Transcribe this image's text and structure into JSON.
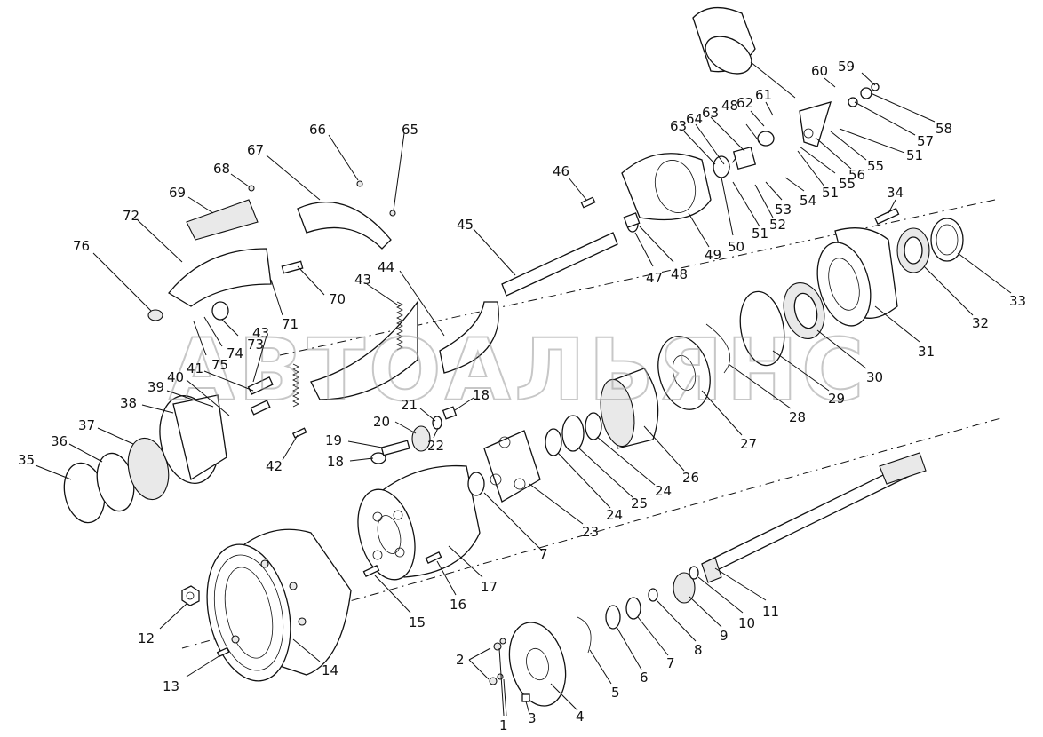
{
  "watermark": "АВТОАЛЬЯНС",
  "callouts": [
    {
      "id": "c1",
      "text": "1"
    },
    {
      "id": "c1b",
      "text": "1"
    },
    {
      "id": "c2",
      "text": "2"
    },
    {
      "id": "c3",
      "text": "3"
    },
    {
      "id": "c4",
      "text": "4"
    },
    {
      "id": "c5",
      "text": "5"
    },
    {
      "id": "c6",
      "text": "6"
    },
    {
      "id": "c7a",
      "text": "7"
    },
    {
      "id": "c7b",
      "text": "7"
    },
    {
      "id": "c8",
      "text": "8"
    },
    {
      "id": "c9",
      "text": "9"
    },
    {
      "id": "c10",
      "text": "10"
    },
    {
      "id": "c11",
      "text": "11"
    },
    {
      "id": "c12",
      "text": "12"
    },
    {
      "id": "c13",
      "text": "13"
    },
    {
      "id": "c14",
      "text": "14"
    },
    {
      "id": "c15",
      "text": "15"
    },
    {
      "id": "c16",
      "text": "16"
    },
    {
      "id": "c17",
      "text": "17"
    },
    {
      "id": "c18a",
      "text": "18"
    },
    {
      "id": "c18b",
      "text": "18"
    },
    {
      "id": "c19",
      "text": "19"
    },
    {
      "id": "c20",
      "text": "20"
    },
    {
      "id": "c21",
      "text": "21"
    },
    {
      "id": "c22",
      "text": "22"
    },
    {
      "id": "c23",
      "text": "23"
    },
    {
      "id": "c24a",
      "text": "24"
    },
    {
      "id": "c24b",
      "text": "24"
    },
    {
      "id": "c25",
      "text": "25"
    },
    {
      "id": "c26",
      "text": "26"
    },
    {
      "id": "c27",
      "text": "27"
    },
    {
      "id": "c28",
      "text": "28"
    },
    {
      "id": "c29",
      "text": "29"
    },
    {
      "id": "c30",
      "text": "30"
    },
    {
      "id": "c31",
      "text": "31"
    },
    {
      "id": "c32",
      "text": "32"
    },
    {
      "id": "c33",
      "text": "33"
    },
    {
      "id": "c34",
      "text": "34"
    },
    {
      "id": "c35",
      "text": "35"
    },
    {
      "id": "c36",
      "text": "36"
    },
    {
      "id": "c37",
      "text": "37"
    },
    {
      "id": "c38",
      "text": "38"
    },
    {
      "id": "c39",
      "text": "39"
    },
    {
      "id": "c40",
      "text": "40"
    },
    {
      "id": "c41",
      "text": "41"
    },
    {
      "id": "c42",
      "text": "42"
    },
    {
      "id": "c43a",
      "text": "43"
    },
    {
      "id": "c43b",
      "text": "43"
    },
    {
      "id": "c44",
      "text": "44"
    },
    {
      "id": "c45",
      "text": "45"
    },
    {
      "id": "c46",
      "text": "46"
    },
    {
      "id": "c47",
      "text": "47"
    },
    {
      "id": "c48a",
      "text": "48"
    },
    {
      "id": "c48b",
      "text": "48"
    },
    {
      "id": "c49",
      "text": "49"
    },
    {
      "id": "c50",
      "text": "50"
    },
    {
      "id": "c51a",
      "text": "51"
    },
    {
      "id": "c51b",
      "text": "51"
    },
    {
      "id": "c51c",
      "text": "51"
    },
    {
      "id": "c52",
      "text": "52"
    },
    {
      "id": "c53",
      "text": "53"
    },
    {
      "id": "c54",
      "text": "54"
    },
    {
      "id": "c55a",
      "text": "55"
    },
    {
      "id": "c55b",
      "text": "55"
    },
    {
      "id": "c56",
      "text": "56"
    },
    {
      "id": "c57",
      "text": "57"
    },
    {
      "id": "c58",
      "text": "58"
    },
    {
      "id": "c59",
      "text": "59"
    },
    {
      "id": "c60",
      "text": "60"
    },
    {
      "id": "c61",
      "text": "61"
    },
    {
      "id": "c62",
      "text": "62"
    },
    {
      "id": "c63a",
      "text": "63"
    },
    {
      "id": "c63b",
      "text": "63"
    },
    {
      "id": "c64",
      "text": "64"
    },
    {
      "id": "c65",
      "text": "65"
    },
    {
      "id": "c66",
      "text": "66"
    },
    {
      "id": "c67",
      "text": "67"
    },
    {
      "id": "c68",
      "text": "68"
    },
    {
      "id": "c69",
      "text": "69"
    },
    {
      "id": "c70",
      "text": "70"
    },
    {
      "id": "c71",
      "text": "71"
    },
    {
      "id": "c72",
      "text": "72"
    },
    {
      "id": "c73",
      "text": "73"
    },
    {
      "id": "c74",
      "text": "74"
    },
    {
      "id": "c75",
      "text": "75"
    },
    {
      "id": "c76",
      "text": "76"
    }
  ]
}
